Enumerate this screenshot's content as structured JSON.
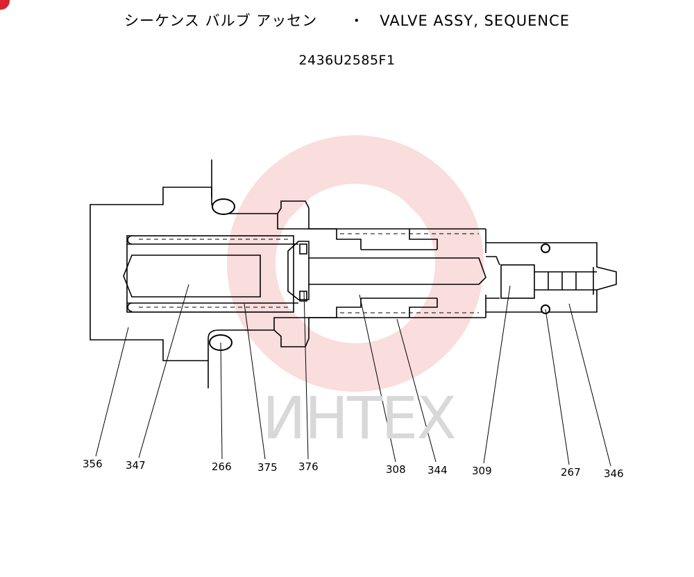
{
  "header": {
    "title_jp": "シーケンス バルブ アッセン",
    "title_sep": "・",
    "title_en": "VALVE ASSY, SEQUENCE",
    "part_number": "2436U2585F1"
  },
  "watermark": {
    "text": "ИНТЕХ",
    "color": "#f4b6b6"
  },
  "callouts": [
    {
      "id": "356",
      "label": "356"
    },
    {
      "id": "347",
      "label": "347"
    },
    {
      "id": "266",
      "label": "266"
    },
    {
      "id": "375",
      "label": "375"
    },
    {
      "id": "376",
      "label": "376"
    },
    {
      "id": "308",
      "label": "308"
    },
    {
      "id": "344",
      "label": "344"
    },
    {
      "id": "309",
      "label": "309"
    },
    {
      "id": "267",
      "label": "267"
    },
    {
      "id": "346",
      "label": "346"
    }
  ]
}
